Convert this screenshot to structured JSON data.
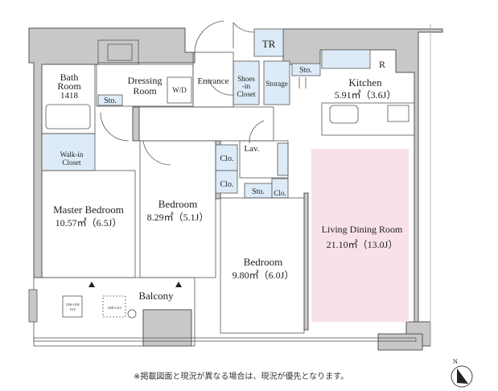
{
  "rooms": {
    "bath": {
      "name": "Bath",
      "name2": "Room",
      "size": "1418"
    },
    "dressing": {
      "name": "Dressing",
      "name2": "Room"
    },
    "wd": "W/D",
    "entrance": "Entrance",
    "shoes": {
      "l1": "Shoes",
      "l2": "-in",
      "l3": "Closet"
    },
    "storage": "Storage",
    "tr": "TR",
    "sto": "Sto.",
    "kitchen": {
      "name": "Kitchen",
      "area": "5.91㎡（3.6J）"
    },
    "refrigerator": "R",
    "walkin": {
      "l1": "Walk-in",
      "l2": "Closet"
    },
    "clo": "Clo.",
    "lav": "Lav.",
    "master": {
      "name": "Master Bedroom",
      "area": "10.57㎡（6.5J）"
    },
    "bedroom2": {
      "name": "Bedroom",
      "area": "8.29㎡（5.1J）"
    },
    "bedroom3": {
      "name": "Bedroom",
      "area": "9.80㎡（6.0J）"
    },
    "ldr": {
      "name": "Living Dining Room",
      "area": "21.10㎡（13.0J）"
    },
    "balcony": "Balcony",
    "balcony_unit1": {
      "l1": "1106-1108",
      "l2": "1110"
    },
    "balcony_unit2": "1208-1210"
  },
  "compass": "N",
  "note": "※掲載図面と現況が異なる場合は、現況が優先となります。",
  "colors": {
    "wall": "#c8c8c8",
    "closet": "#dcebf7",
    "ldr": "#f8e1ea",
    "line": "#555555"
  }
}
